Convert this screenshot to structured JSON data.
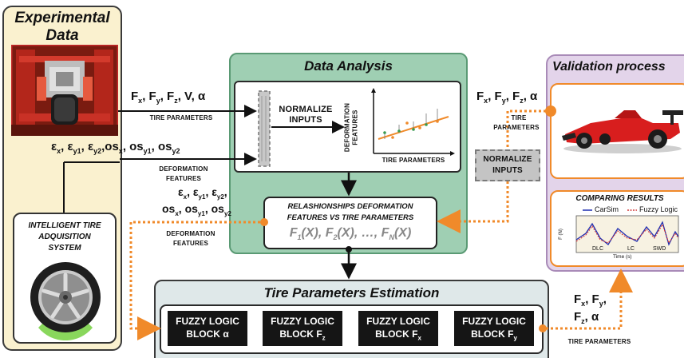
{
  "experimental": {
    "title_line1": "Experimental",
    "title_line2": "Data",
    "tire_params_label": "TIRE PARAMETERS",
    "deformation_label_1": "DEFORMATION",
    "deformation_label_2": "FEATURES"
  },
  "forces_top": "F",
  "intelligent_tire": {
    "line1": "INTELLIGENT TIRE",
    "line2": "ADQUISITION",
    "line3": "SYSTEM"
  },
  "data_analysis": {
    "title": "Data Analysis",
    "normalize_1": "NORMALIZE",
    "normalize_2": "INPUTS",
    "plot_ylabel_1": "DEFORMATION",
    "plot_ylabel_2": "FEATURES",
    "plot_xlabel": "TIRE PARAMETERS",
    "relation_line1": "RELASHIONSHIPS DEFORMATION",
    "relation_line2": "FEATURES VS TIRE PARAMETERS"
  },
  "mid_deformation_label_1": "DEFORMATION",
  "mid_deformation_label_2": "FEATURES",
  "validation": {
    "title": "Validation process",
    "tire_params_1": "TIRE",
    "tire_params_2": "PARAMETERS",
    "normalize_1": "NORMALIZE",
    "normalize_2": "INPUTS",
    "comparing_title": "COMPARING RESULTS",
    "legend_carsim": "CarSim",
    "legend_fuzzy": "Fuzzy Logic",
    "mini_ylabel": "F (N)",
    "mini_xlabel": "Time (s)",
    "mini_dlc": "DLC",
    "mini_lc": "LC",
    "mini_swd": "SWD"
  },
  "estimation": {
    "title": "Tire Parameters Estimation",
    "block_line1": "FUZZY LOGIC",
    "block_prefix": "BLOCK",
    "block_alpha": "α",
    "block_fz": "F",
    "block_fx": "F",
    "block_fy": "F",
    "tire_params_label": "TIRE PARAMETERS"
  },
  "colors": {
    "experimental_bg": "#faf1cf",
    "analysis_bg": "#9fcfb3",
    "validation_bg": "#e3d4ea",
    "estimation_bg": "#dfe8e9",
    "orange": "#f08a2a",
    "dark": "#111111"
  },
  "icons": [
    "tire-test-rig-photo",
    "tire-wheel-icon",
    "red-race-car-icon",
    "results-plot-icon",
    "scatter-plot-icon",
    "normalize-filter-icon"
  ]
}
